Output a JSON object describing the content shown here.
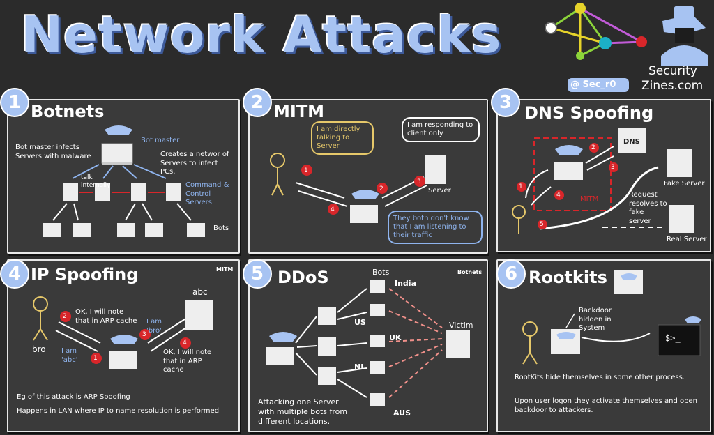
{
  "title": "Network Attacks",
  "brand": {
    "handle": "@ Sec_r0",
    "name1": "Security",
    "name2": "Zines.com"
  },
  "panels": {
    "p1": {
      "num": "1",
      "title": "Botnets",
      "note1": "Bot master infects Servers with malware",
      "botmaster": "Bot master",
      "note2": "Creates a networ of Servers to infect PCs.",
      "talk": "talk internally",
      "cc": "Command & Control Servers",
      "bots": "Bots"
    },
    "p2": {
      "num": "2",
      "title": "MITM",
      "b1": "I am directly talking to Server",
      "b2": "I am responding to client only",
      "b3": "They both don't know that I am listening to their traffic",
      "server": "Server",
      "steps": [
        "1",
        "2",
        "3",
        "4"
      ]
    },
    "p3": {
      "num": "3",
      "title": "DNS Spoofing",
      "dns": "DNS",
      "mitm": "MITM",
      "fake": "Fake Server",
      "req": "Request resolves to fake server",
      "real": "Real Server",
      "steps": [
        "1",
        "2",
        "3",
        "4",
        "5"
      ]
    },
    "p4": {
      "num": "4",
      "title": "IP Spoofing",
      "tag": "MITM",
      "abc": "abc",
      "bro": "bro",
      "n2": "OK, I will note that in ARP cache",
      "iamabc": "I am 'abc'",
      "iambro": "I am 'bro'",
      "n4": "OK, I will note that in ARP cache",
      "eg": "Eg of this attack is ARP Spoofing",
      "lan": "Happens in LAN where IP to name resolution is performed",
      "steps": [
        "1",
        "2",
        "3",
        "4"
      ]
    },
    "p5": {
      "num": "5",
      "title": "DDoS",
      "tag": "Botnets",
      "bots": "Bots",
      "india": "India",
      "us": "US",
      "uk": "UK",
      "nl": "NL",
      "aus": "AUS",
      "victim": "Victim",
      "note": "Attacking one Server with multiple bots from different locations."
    },
    "p6": {
      "num": "6",
      "title": "Rootkits",
      "backdoor": "Backdoor hidden in System",
      "prompt": "$>_",
      "n1": "RootKits hide themselves in some other process.",
      "n2": "Upon user logon they activate themselves and open backdoor to attackers."
    }
  },
  "colors": {
    "accent": "#a7c3f2",
    "bg": "#2b2b2b",
    "panel": "#3a3a3a",
    "red": "#d8262a",
    "yellow": "#e6c86a"
  }
}
